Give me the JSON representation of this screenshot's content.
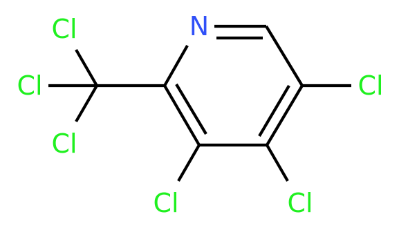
{
  "molecule": {
    "atoms": [
      {
        "id": "N1",
        "symbol": "N"
      },
      {
        "id": "Cl_ccl3_top",
        "symbol": "Cl"
      },
      {
        "id": "Cl_ccl3_mid",
        "symbol": "Cl"
      },
      {
        "id": "Cl_ccl3_bot",
        "symbol": "Cl"
      },
      {
        "id": "Cl_5",
        "symbol": "Cl"
      },
      {
        "id": "Cl_3",
        "symbol": "Cl"
      },
      {
        "id": "Cl_4",
        "symbol": "Cl"
      }
    ],
    "colors": {
      "nitrogen": "#3050F8",
      "chlorine": "#1FF01F",
      "bond": "#000000",
      "background": "#FFFFFF"
    }
  }
}
